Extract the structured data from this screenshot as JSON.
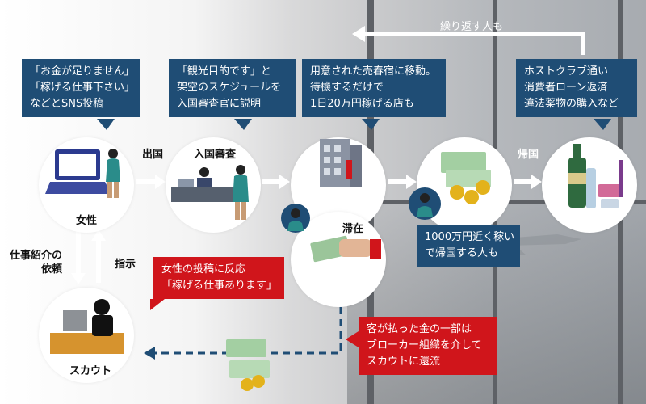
{
  "bubbles": {
    "woman_post": [
      "「お金が足りません」",
      "「稼げる仕事下さい」",
      "などとSNS投稿"
    ],
    "immigration_claim": [
      "「観光目的です」と",
      "架空のスケジュールを",
      "入国審査官に説明"
    ],
    "brothel_move": [
      "用意された売春宿に移動。",
      "待機するだけで",
      "1日20万円稼げる店も"
    ],
    "spending": [
      "ホストクラブ通い",
      "消費者ローン返済",
      "違法薬物の購入など"
    ],
    "earnings": [
      "1000万円近く稼い",
      "で帰国する人も"
    ],
    "scout_reply": [
      "女性の投稿に反応",
      "「稼げる仕事あります」"
    ],
    "money_flow": [
      "客が払った金の一部は",
      "ブローカー組織を介して",
      "スカウトに還流"
    ]
  },
  "labels": {
    "woman": "女性",
    "scout": "スカウト",
    "immigration": "入国審査",
    "stay": "滞在",
    "departure": "出国",
    "return_home": "帰国",
    "repeat": "繰り返す人も",
    "job_request": [
      "仕事紹介の",
      "依頼"
    ],
    "instruction": "指示"
  },
  "colors": {
    "navy": "#1f4d75",
    "red": "#d0151b",
    "teal": "#2a8c8a"
  }
}
